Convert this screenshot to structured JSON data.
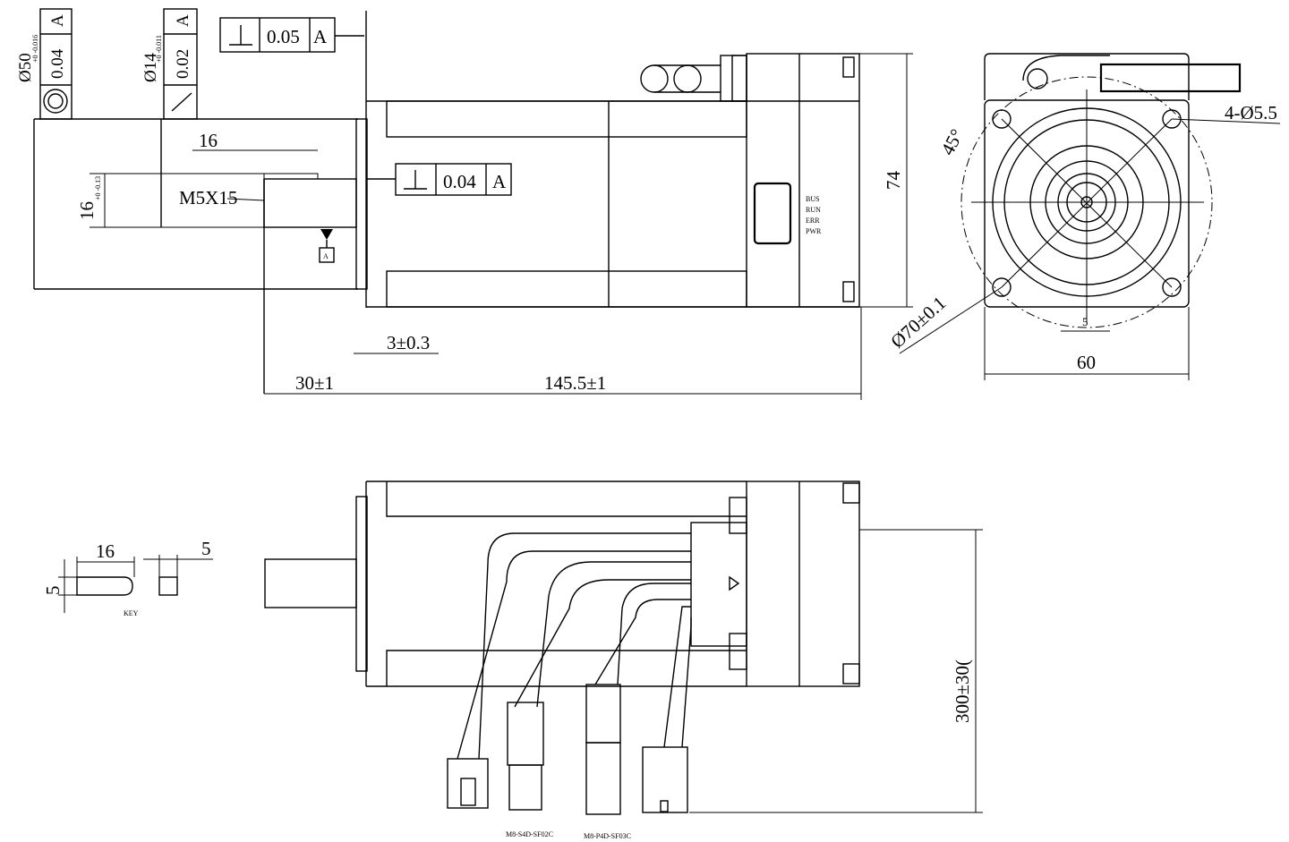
{
  "dims": {
    "shaft_dia": "Ø50",
    "shaft_dia_tol": "+0 -0.016",
    "shaft_dia_ref": "A",
    "concentricity": "0.04",
    "shaft14": "Ø14",
    "shaft14_tol": "+0 -0.011",
    "runout": "0.02",
    "perp_top": "0.05",
    "perp_top_ref": "A",
    "perp_mid": "0.04",
    "perp_mid_ref": "A",
    "datum": "A",
    "len16": "16",
    "key_h": "16",
    "key_h_tol": "+0 -0.13",
    "thread": "M5X15",
    "flange": "3±0.3",
    "shaft_len": "30±1",
    "body_len": "145.5±1",
    "height74": "74",
    "angle45": "45°",
    "holes": "4-Ø5.5",
    "pcd": "Ø70±0.1",
    "width60": "60",
    "key5": "5",
    "cable_len": "300±30(",
    "key_len": "16",
    "key_w": "5",
    "key_sq": "5",
    "key_label": "KEY"
  },
  "leds": [
    "BUS",
    "RUN",
    "ERR",
    "PWR"
  ],
  "connectors": [
    "M8-S4D-SF02C",
    "M8-P4D-SF03C"
  ]
}
